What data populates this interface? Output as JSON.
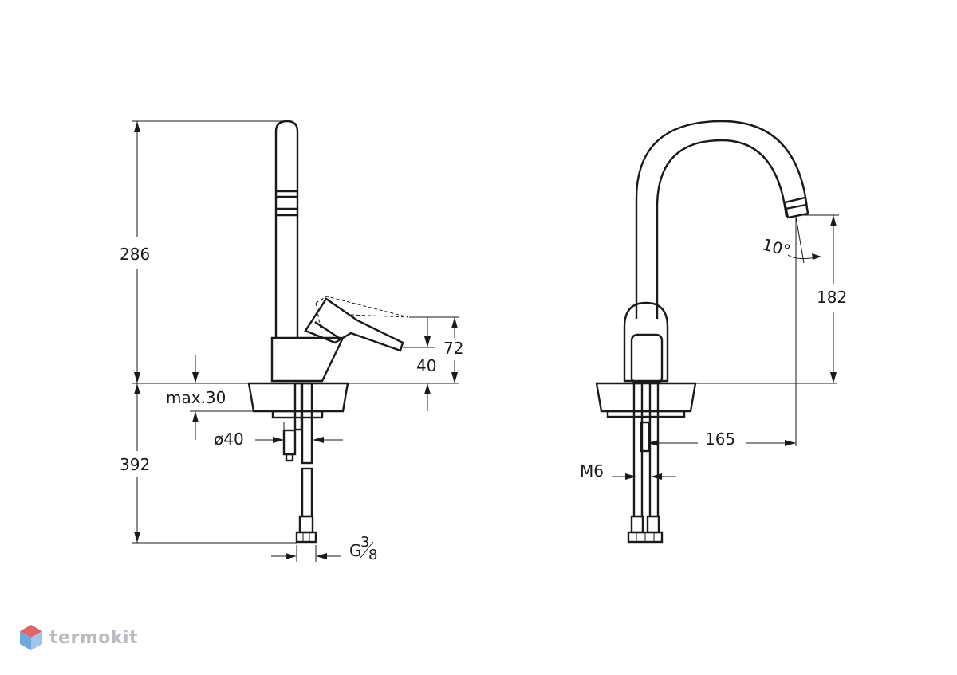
{
  "left_view": {
    "dim_height_above": "286",
    "dim_height_below": "392",
    "dim_max_thickness": "max.30",
    "dim_hole_diameter": "ø40",
    "dim_lever_72": "72",
    "dim_lever_40": "40",
    "dim_thread_main": "G",
    "dim_thread_num": "3",
    "dim_thread_den": "8"
  },
  "right_view": {
    "dim_spout_height": "182",
    "dim_spout_reach": "165",
    "dim_angle": "10°",
    "dim_stud": "M6"
  },
  "brand": {
    "name": "termokit",
    "colors": {
      "blue": "#6fa8dc",
      "red": "#e06666",
      "text": "#b9bcc2"
    }
  }
}
